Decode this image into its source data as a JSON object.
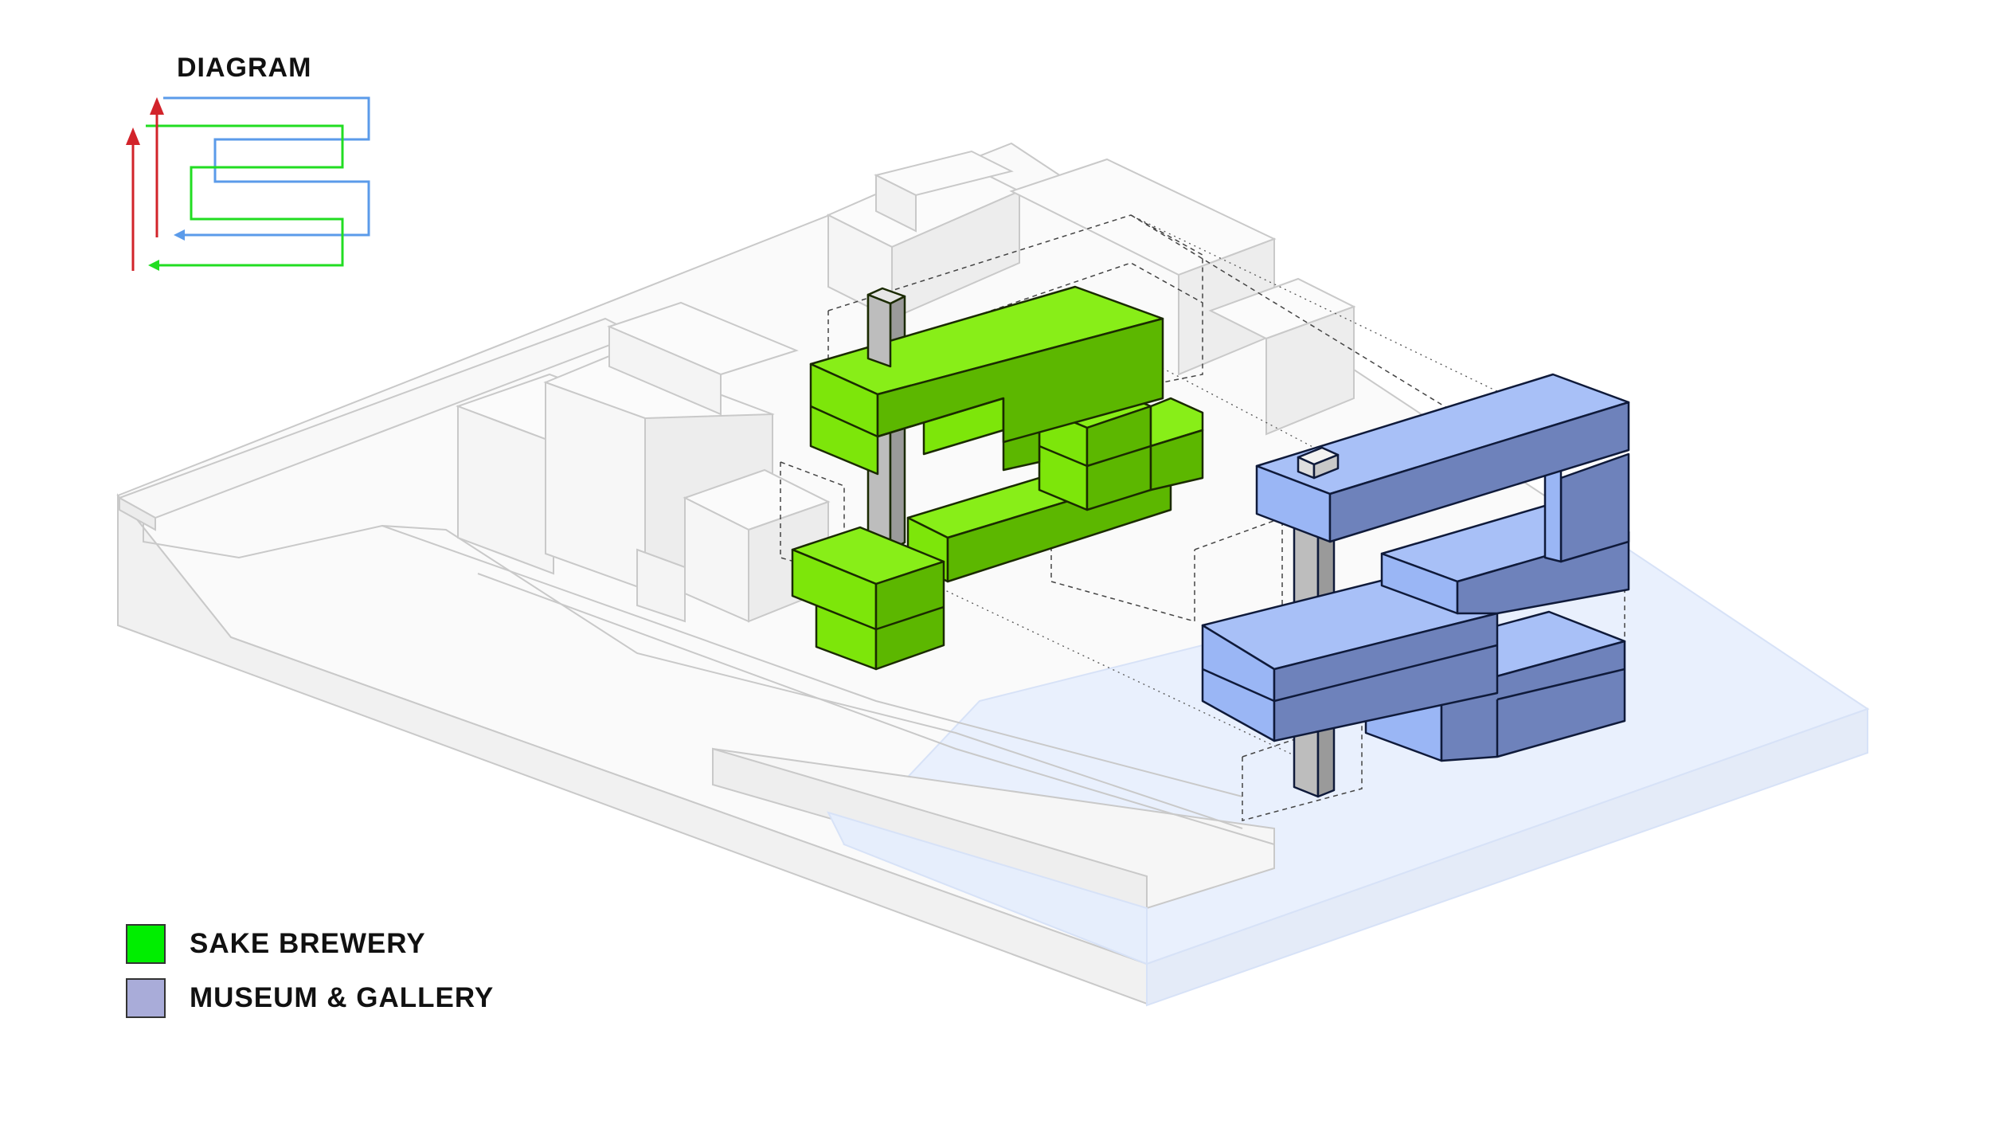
{
  "diagram": {
    "title": "DIAGRAM",
    "colors": {
      "red_arrow": "#d2232a",
      "green_path": "#22dd22",
      "blue_path": "#5b9bea"
    }
  },
  "legend": {
    "items": [
      {
        "label": "SAKE BREWERY",
        "color": "#00ee00"
      },
      {
        "label": "MUSEUM & GALLERY",
        "color": "#a9acd9"
      }
    ]
  },
  "colors": {
    "green_top": "#88f01a",
    "green_front": "#7dea0a",
    "green_side": "#5cb700",
    "blue_top": "#a8c0f7",
    "blue_front": "#9ab6f5",
    "blue_side": "#6e82bb",
    "context_top": "#fafafa",
    "context_side": "#efefef",
    "context_line": "#c9c9c9",
    "water": "#e9f0fd"
  }
}
